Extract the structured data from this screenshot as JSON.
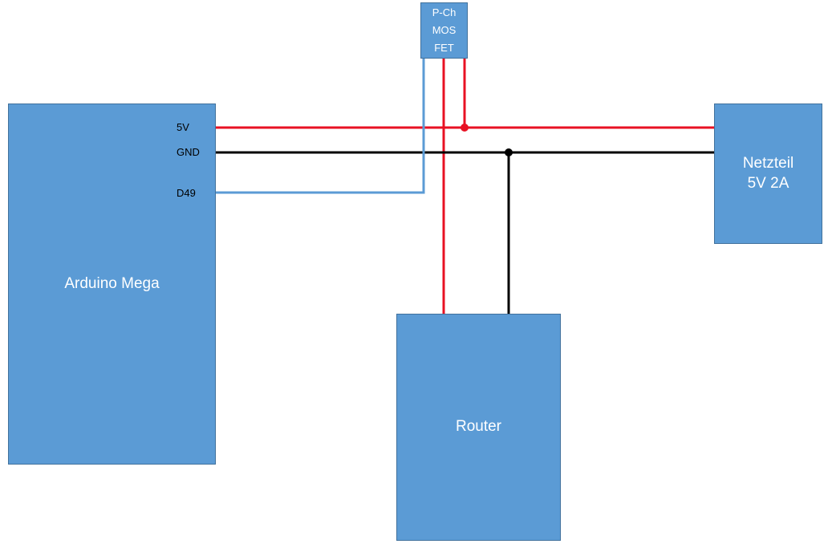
{
  "blocks": {
    "arduino": {
      "label": "Arduino Mega"
    },
    "router": {
      "label": "Router"
    },
    "power_supply": {
      "label": "Netzteil\n5V 2A"
    },
    "mosfet": {
      "label": "P-Ch\nMOS\nFET"
    }
  },
  "pins": {
    "vcc": "5V",
    "gnd": "GND",
    "d49": "D49"
  },
  "colors": {
    "block_fill": "#5b9bd5",
    "block_border": "#41719c",
    "wire_5v": "#e81123",
    "wire_gnd": "#000000",
    "wire_signal": "#5b9bd5"
  }
}
